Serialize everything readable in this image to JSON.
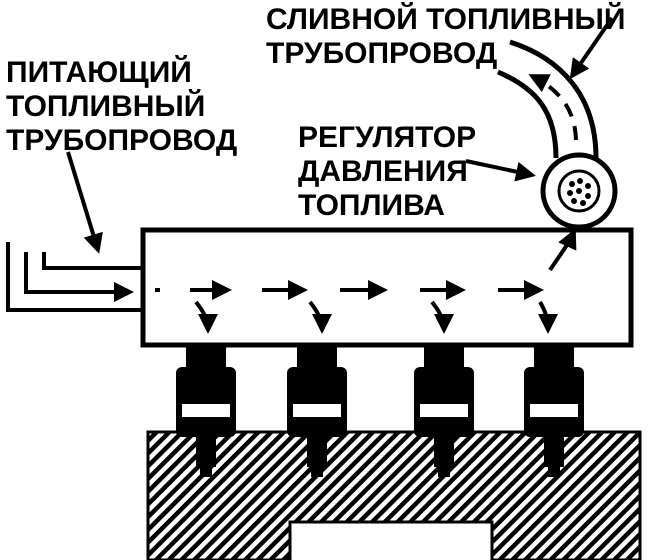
{
  "labels": {
    "drain_line": [
      "СЛИВНОЙ ТОПЛИВНЫЙ",
      "ТРУБОПРОВОД"
    ],
    "supply_line": [
      "ПИТАЮЩИЙ",
      "ТОПЛИВНЫЙ",
      "ТРУБОПРОВОД"
    ],
    "pressure_regulator": [
      "РЕГУЛЯТОР",
      "ДАВЛЕНИЯ",
      "ТОПЛИВА"
    ]
  },
  "colors": {
    "ink": "#000000",
    "paper": "#ffffff"
  }
}
